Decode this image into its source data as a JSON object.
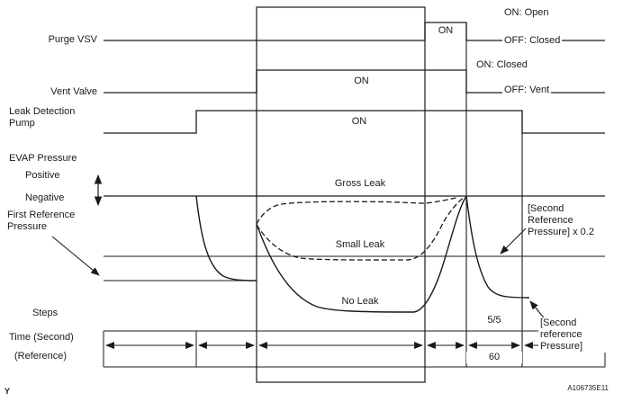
{
  "signals": {
    "purge": {
      "label": "Purge VSV",
      "on": "ON",
      "legend_on": "ON: Open",
      "legend_off": "OFF: Closed"
    },
    "vent": {
      "label": "Vent Valve",
      "on": "ON",
      "legend_on": "ON: Closed",
      "legend_off": "OFF: Vent"
    },
    "pump": {
      "label": "Leak Detection\nPump",
      "on": "ON"
    }
  },
  "pressure": {
    "axis_label": "EVAP Pressure",
    "positive": "Positive",
    "negative": "Negative",
    "first_reference": "First Reference\nPressure",
    "curve_gross": "Gross Leak",
    "curve_small": "Small Leak",
    "curve_none": "No Leak",
    "second_reference_x02": "[Second\nReference\nPressure] x 0.2",
    "second_reference": "[Second\nreference\nPressure]"
  },
  "timeline": {
    "steps_label": "Steps",
    "steps_value": "5/5",
    "time_label": "Time (Second)",
    "reference_label": "(Reference)",
    "time_value_s": "60"
  },
  "meta": {
    "figure_id": "A106735E11",
    "corner_mark": "Y"
  },
  "colors": {
    "line": "#1a1a1a",
    "background": "#ffffff"
  }
}
